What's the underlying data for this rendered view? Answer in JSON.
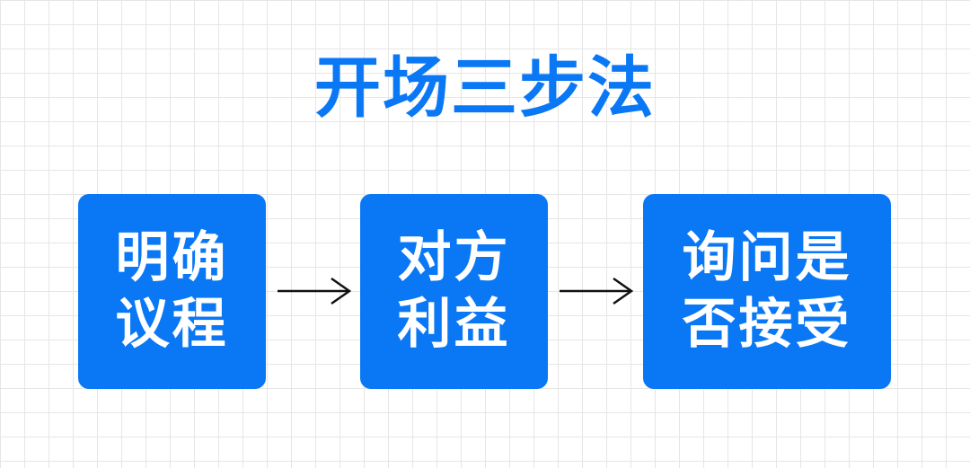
{
  "title": "开场三步法",
  "colors": {
    "accent": "#0a78f5",
    "box_text": "#ffffff",
    "arrow": "#111111",
    "grid": "#e6e6e6",
    "background": "#ffffff"
  },
  "steps": [
    {
      "line1": "明确",
      "line2": "议程"
    },
    {
      "line1": "对方",
      "line2": "利益"
    },
    {
      "line1": "询问是",
      "line2": "否接受"
    }
  ],
  "arrow_icon": "arrow-right"
}
